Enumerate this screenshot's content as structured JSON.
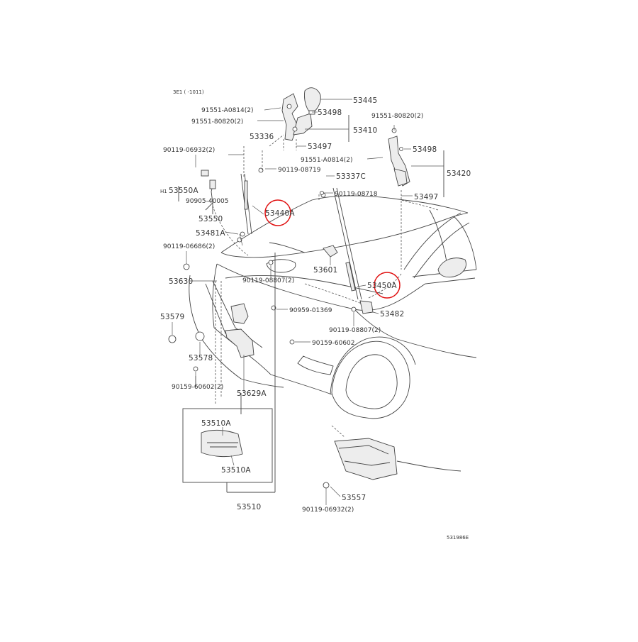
{
  "diagram": {
    "header_note": "3E1 (      -1011)",
    "figure_code": "531986E",
    "highlight_color": "#e01010",
    "labels": {
      "p53445": "53445",
      "p53498_top": "53498",
      "p53410": "53410",
      "p53497_top": "53497",
      "p91551_A0814_top": "91551-A0814(2)",
      "p91551_80820_left": "91551-80820(2)",
      "p53336": "53336",
      "p91551_80820_right": "91551-80820(2)",
      "p53498_right": "53498",
      "p53420": "53420",
      "p91551_A0814_mid": "91551-A0814(2)",
      "p90119_06932_top": "90119-06932(2)",
      "p90119_08719": "90119-08719",
      "p53337C": "53337C",
      "p90119_08718": "90119-08718",
      "p53497_right": "53497",
      "p53550A": "53550A",
      "p90905_40005": "90905-40005",
      "p53550": "53550",
      "p53440A": "53440A",
      "p53481A": "53481A",
      "p90119_06686": "90119-06686(2)",
      "p53601": "53601",
      "p53630": "53630",
      "p90119_08807_left": "90119-08807(2)",
      "p53450A": "53450A",
      "p90959_01369": "90959-01369",
      "p53482": "53482",
      "p53579": "53579",
      "p90119_08807_right": "90119-08807(2)",
      "p90159_60602": "90159-60602",
      "p53578": "53578",
      "p90159_60602_2": "90159-60602(2)",
      "p53629A": "53629A",
      "p53510A_top": "53510A",
      "p53510A_bottom": "53510A",
      "p53510": "53510",
      "p53557": "53557",
      "p90119_06932_bottom": "90119-06932(2)",
      "side_mark": "H1"
    }
  }
}
